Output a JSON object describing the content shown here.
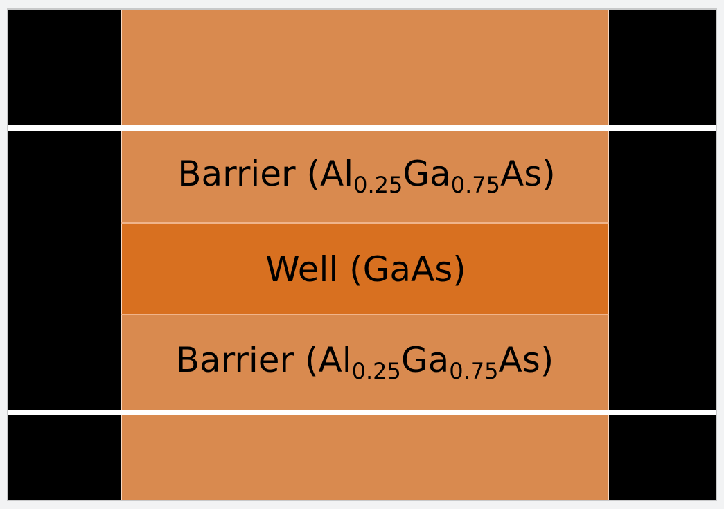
{
  "colors": {
    "side": "#000000",
    "barrier": "#d98a4f",
    "well": "#d87020",
    "divider": "#ffffff",
    "frame": "#c8c9ca"
  },
  "layers": [
    {
      "type": "substrate-top",
      "label": ""
    },
    {
      "type": "barrier",
      "label_prefix": "Barrier (Al",
      "al_fraction": "0.25",
      "ga_label": "Ga",
      "ga_fraction": "0.75",
      "label_suffix": "As)"
    },
    {
      "type": "well",
      "label": "Well (GaAs)"
    },
    {
      "type": "barrier",
      "label_prefix": "Barrier (Al",
      "al_fraction": "0.25",
      "ga_label": "Ga",
      "ga_fraction": "0.75",
      "label_suffix": "As)"
    },
    {
      "type": "substrate-bottom",
      "label": ""
    }
  ]
}
